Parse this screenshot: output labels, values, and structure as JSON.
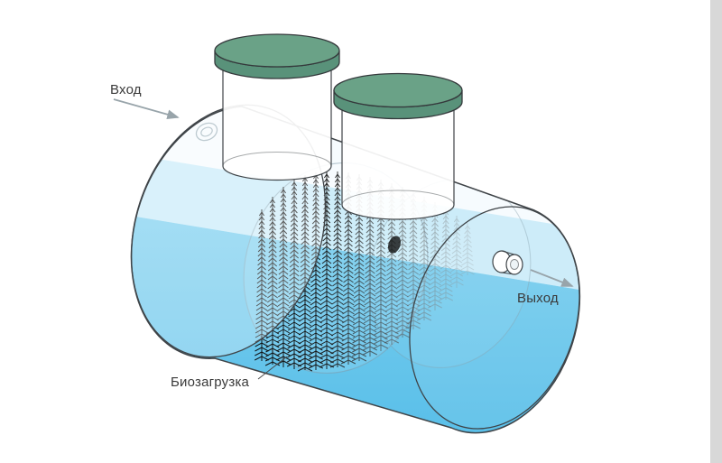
{
  "labels": {
    "inlet": "Вход",
    "outlet": "Выход",
    "bio_media": "Биозагрузка"
  },
  "colors": {
    "background": "#ffffff",
    "edge_strip": "#d8d8d8",
    "tank_outline": "#3f4448",
    "tank_shell": "#f6fbfe",
    "water_surface_band": "#c9ebf9",
    "water_top": "#7ccfef",
    "water_bottom": "#55bde8",
    "lid_top": "#6aa287",
    "lid_rim": "#59927a",
    "label_text": "#3a3a3a",
    "arrow": "#98a4aa",
    "pointer_line": "#4a4a4a",
    "brush_dark": "#101010"
  }
}
